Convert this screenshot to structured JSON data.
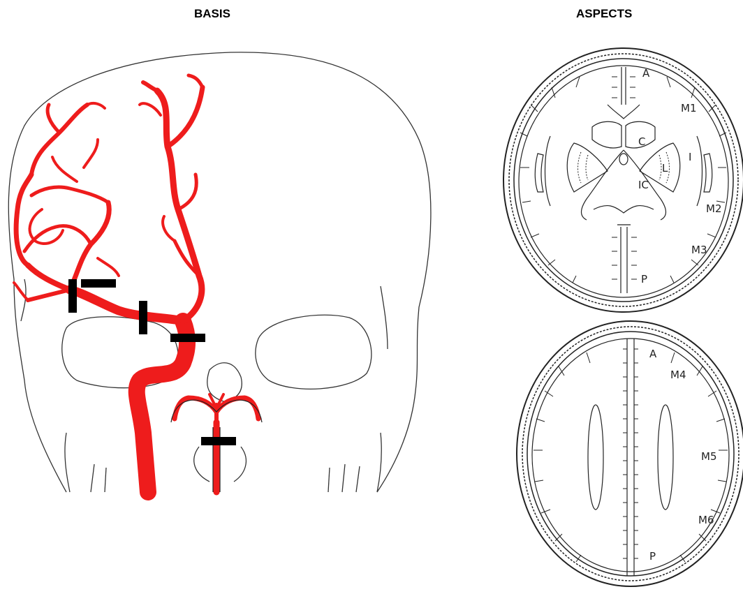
{
  "titles": {
    "basis": "BASIS",
    "aspects": "ASPECTS"
  },
  "colors": {
    "vessel_red": "#ee1c1c",
    "occlusion_black": "#000000",
    "outline": "#333333"
  },
  "aspects_upper_labels": {
    "a": "A",
    "m1": "M1",
    "c": "C",
    "i": "I",
    "l": "L",
    "ic": "IC",
    "m2": "M2",
    "m3": "M3",
    "p": "P"
  },
  "aspects_lower_labels": {
    "a": "A",
    "m4": "M4",
    "m5": "M5",
    "m6": "M6",
    "p": "P"
  }
}
